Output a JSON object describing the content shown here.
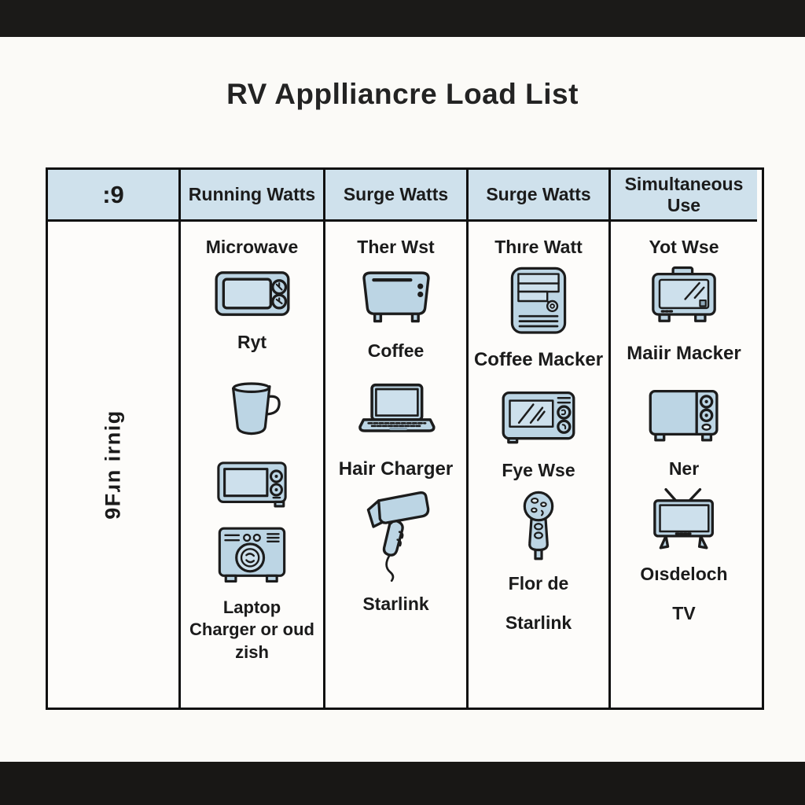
{
  "title": "RV Applliancre Load List",
  "table": {
    "headers": [
      ":9",
      "Running Watts",
      "Surge Watts",
      "Surge Watts",
      "Simultaneous Use"
    ],
    "side_label": "9Fɹn irnig",
    "columns": [
      {
        "name": "row-label-column",
        "items": []
      },
      {
        "name": "running-watts-column",
        "items": [
          {
            "type": "label",
            "text": "Microwave"
          },
          {
            "type": "icon",
            "icon": "microwave-icon"
          },
          {
            "type": "label",
            "text": "Ryt"
          },
          {
            "type": "icon",
            "icon": "mug-icon"
          },
          {
            "type": "icon",
            "icon": "microwave-icon"
          },
          {
            "type": "icon",
            "icon": "washing-machine-icon"
          },
          {
            "type": "label",
            "text": "Laptop Charger or oud zish"
          }
        ]
      },
      {
        "name": "surge-watts-column-1",
        "items": [
          {
            "type": "label",
            "text": "Ther Wst"
          },
          {
            "type": "icon",
            "icon": "toaster-icon"
          },
          {
            "type": "label",
            "text": "Coffee"
          },
          {
            "type": "icon",
            "icon": "laptop-icon"
          },
          {
            "type": "label",
            "text": "Hair Charger"
          },
          {
            "type": "icon",
            "icon": "hair-dryer-icon"
          },
          {
            "type": "label",
            "text": "Starlink"
          }
        ]
      },
      {
        "name": "surge-watts-column-2",
        "items": [
          {
            "type": "label",
            "text": "Thıre Watt"
          },
          {
            "type": "icon",
            "icon": "coffee-maker-icon"
          },
          {
            "type": "label",
            "text": "Coffee Macker"
          },
          {
            "type": "icon",
            "icon": "microwave-window-icon"
          },
          {
            "type": "label",
            "text": "Fye Wse"
          },
          {
            "type": "icon",
            "icon": "remote-plug-icon"
          },
          {
            "type": "label",
            "text": "Flor de"
          },
          {
            "type": "label",
            "text": "Starlink"
          }
        ]
      },
      {
        "name": "simultaneous-use-column",
        "items": [
          {
            "type": "label",
            "text": "Yot Wse"
          },
          {
            "type": "icon",
            "icon": "toaster-oven-icon"
          },
          {
            "type": "label",
            "text": "Maiir Macker"
          },
          {
            "type": "icon",
            "icon": "microwave-knobs-icon"
          },
          {
            "type": "label",
            "text": "Ner"
          },
          {
            "type": "icon",
            "icon": "tv-icon"
          },
          {
            "type": "label",
            "text": "Oısdeloch"
          },
          {
            "type": "label",
            "text": "TV"
          }
        ]
      }
    ]
  },
  "icons": {
    "microwave-icon": "microwave with window and two dials",
    "mug-icon": "coffee mug",
    "washing-machine-icon": "washer with round door",
    "toaster-icon": "toaster with slot and buttons",
    "laptop-icon": "open laptop",
    "hair-dryer-icon": "hair dryer with cord",
    "coffee-maker-icon": "coffee machine front panel",
    "microwave-window-icon": "microwave with glass window",
    "remote-plug-icon": "corded handheld controller",
    "toaster-oven-icon": "countertop oven with top handle",
    "microwave-knobs-icon": "compact appliance with three knobs",
    "tv-icon": "television with antenna and legs"
  },
  "colors": {
    "header_bg": "#cfe1ec",
    "icon_fill": "#bcd5e4",
    "icon_window": "#cde0ec",
    "line": "#1c1c1c",
    "frame_bar": "#1b1a18",
    "background": "#fbfaf7"
  }
}
